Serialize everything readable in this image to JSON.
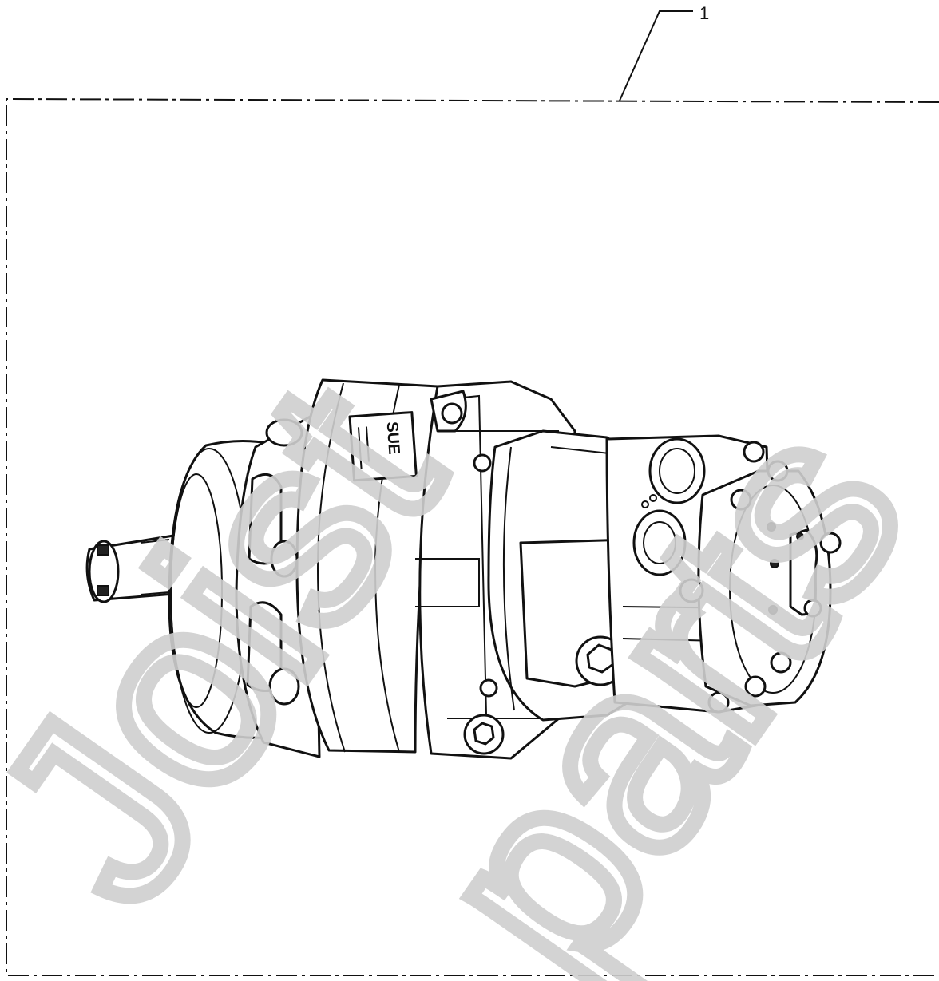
{
  "callout": {
    "label": "1"
  },
  "watermark": {
    "word_1": "Joist",
    "word_2": "parts"
  },
  "plate": {
    "text": "SUE"
  },
  "colors": {
    "ink": "#111111",
    "watermark": "#cfcfcf",
    "background": "#ffffff"
  }
}
